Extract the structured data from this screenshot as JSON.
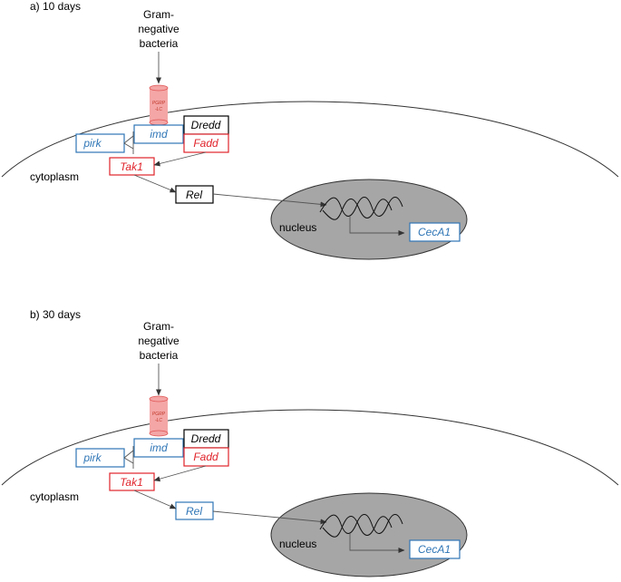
{
  "colors": {
    "blue": "#2e75b6",
    "red": "#e0232a",
    "black": "#000000",
    "nucleus_fill": "#a6a6a6",
    "receptor_fill": "#f4a6a6",
    "receptor_stroke": "#e05555"
  },
  "panels": [
    {
      "heading": "a) 10 days",
      "bacteria": [
        "Gram-",
        "negative",
        "bacteria"
      ],
      "receptor": [
        "PGRP",
        "-LC"
      ],
      "cytoplasm": "cytoplasm",
      "nucleus": "nucleus",
      "genes": {
        "imd": {
          "label": "imd",
          "color": "blue"
        },
        "dredd": {
          "label": "Dredd",
          "color": "black"
        },
        "fadd": {
          "label": "Fadd",
          "color": "red"
        },
        "pirk": {
          "label": "pirk",
          "color": "blue"
        },
        "tak1": {
          "label": "Tak1",
          "color": "red"
        },
        "rel": {
          "label": "Rel",
          "color": "black"
        },
        "ceca1": {
          "label": "CecA1",
          "color": "blue"
        }
      }
    },
    {
      "heading": "b) 30 days",
      "bacteria": [
        "Gram-",
        "negative",
        "bacteria"
      ],
      "receptor": [
        "PGRP",
        "-LC"
      ],
      "cytoplasm": "cytoplasm",
      "nucleus": "nucleus",
      "genes": {
        "imd": {
          "label": "imd",
          "color": "blue"
        },
        "dredd": {
          "label": "Dredd",
          "color": "black"
        },
        "fadd": {
          "label": "Fadd",
          "color": "red"
        },
        "pirk": {
          "label": "pirk",
          "color": "blue"
        },
        "tak1": {
          "label": "Tak1",
          "color": "red"
        },
        "rel": {
          "label": "Rel",
          "color": "blue"
        },
        "ceca1": {
          "label": "CecA1",
          "color": "blue"
        }
      }
    }
  ]
}
